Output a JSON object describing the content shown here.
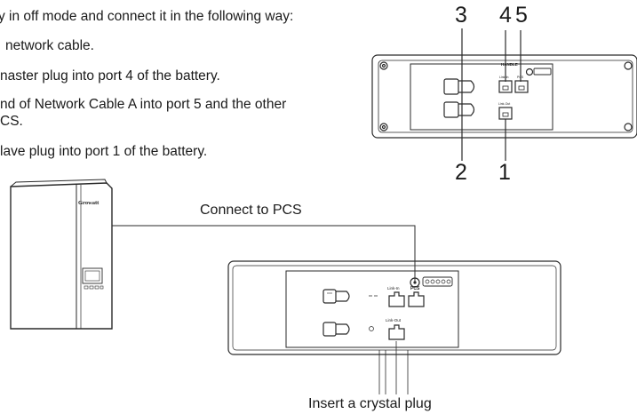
{
  "instructions": {
    "line1": "y in off mode and connect it in the following way:",
    "line2": "network cable.",
    "line3": "naster plug into port 4 of the battery.",
    "line4a": "nd of Network Cable A into port 5 and the other",
    "line4b": "CS.",
    "line5": "lave plug into port 1 of the battery."
  },
  "port_numbers": {
    "n3": "3",
    "n4": "4",
    "n5": "5",
    "n2": "2",
    "n1": "1"
  },
  "top_panel": {
    "handle": "HANDLE",
    "link_in": "Link-In",
    "pcs": "PCS",
    "link_out": "Link-Out"
  },
  "inverter": {
    "brand": "Growatt"
  },
  "big_panel": {
    "link_in": "Link-In",
    "pcs": "PCS",
    "link_out": "Link-Out"
  },
  "captions": {
    "connect_to_pcs": "Connect to PCS",
    "insert_plug": "Insert a crystal plug"
  }
}
